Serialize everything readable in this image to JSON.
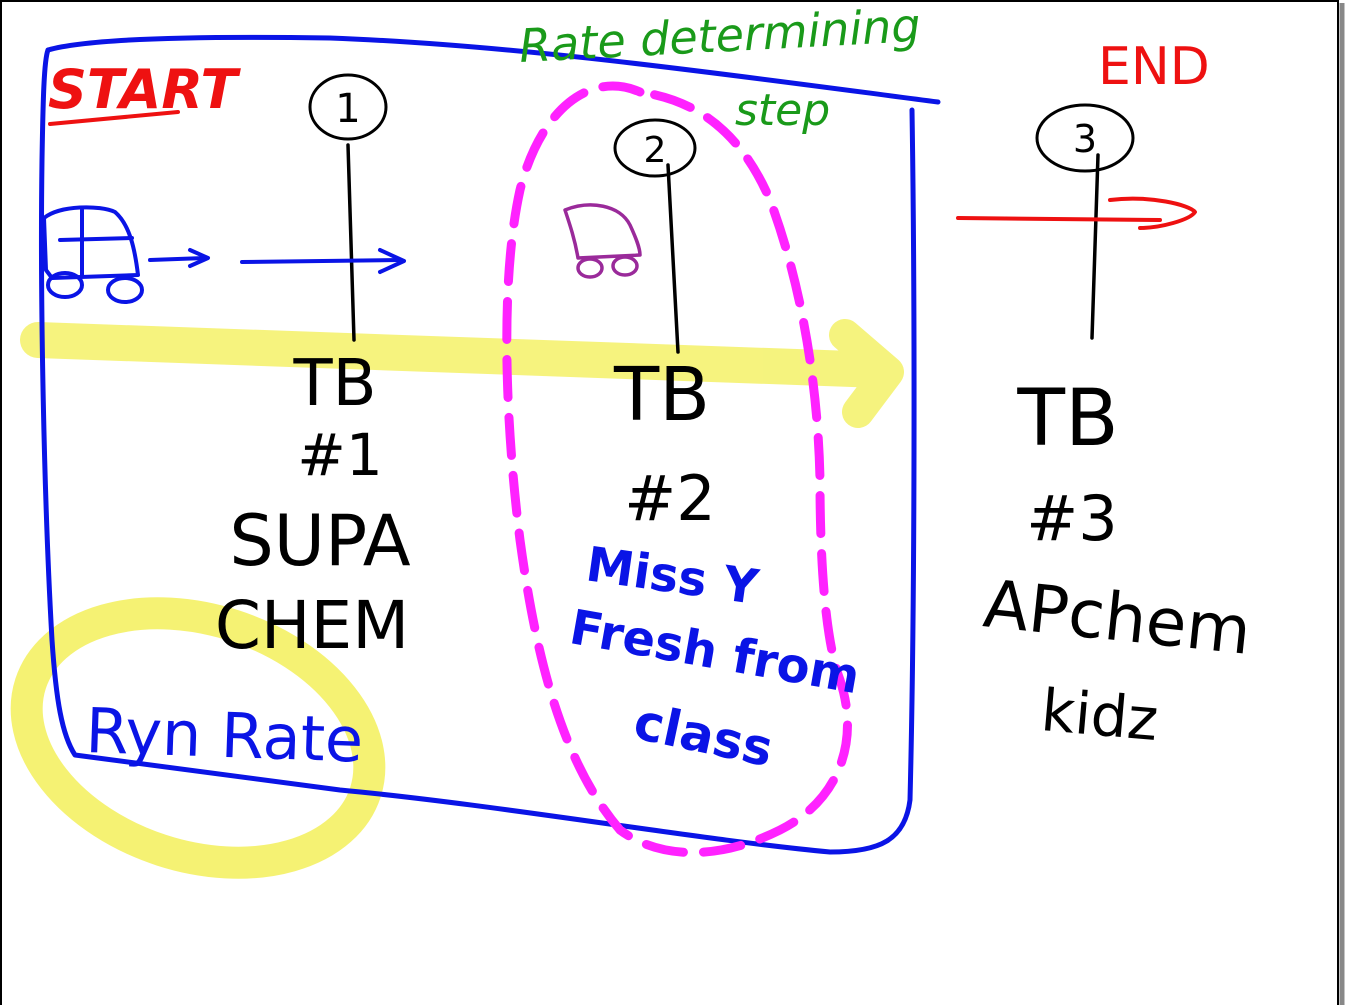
{
  "colors": {
    "background": "#ffffff",
    "border": "#000000",
    "blue": "#0a14e6",
    "red": "#ee1111",
    "green": "#1a9a1a",
    "magenta": "#ff22ff",
    "purple": "#9a2a9a",
    "yellow": "#f3f05a",
    "black": "#000000"
  },
  "labels": {
    "start": "START",
    "end": "END",
    "rate_determining": "Rate determining",
    "step": "step",
    "ts1_num": "①",
    "ts2_num": "②",
    "ts3_num": "③",
    "ts1_name": "TB",
    "ts1_hash": "#1",
    "ts1_line1": "SUPA",
    "ts1_line2": "CHEM",
    "ts2_name": "TB",
    "ts2_hash": "#2",
    "ts2_line1": "Miss Y",
    "ts2_line2": "Fresh from",
    "ts2_line3": "class",
    "ts3_name": "TB",
    "ts3_hash": "#3",
    "ts3_line1": "APchem",
    "ts3_line2": "kidz",
    "rxn_rate": "Ryn Rate"
  },
  "icons": {
    "car_blue": "car-icon",
    "car_purple": "car-icon",
    "arrow_blue": "arrow-right-icon",
    "arrow_red": "arrow-right-icon",
    "arrow_yellow": "arrow-right-icon"
  }
}
